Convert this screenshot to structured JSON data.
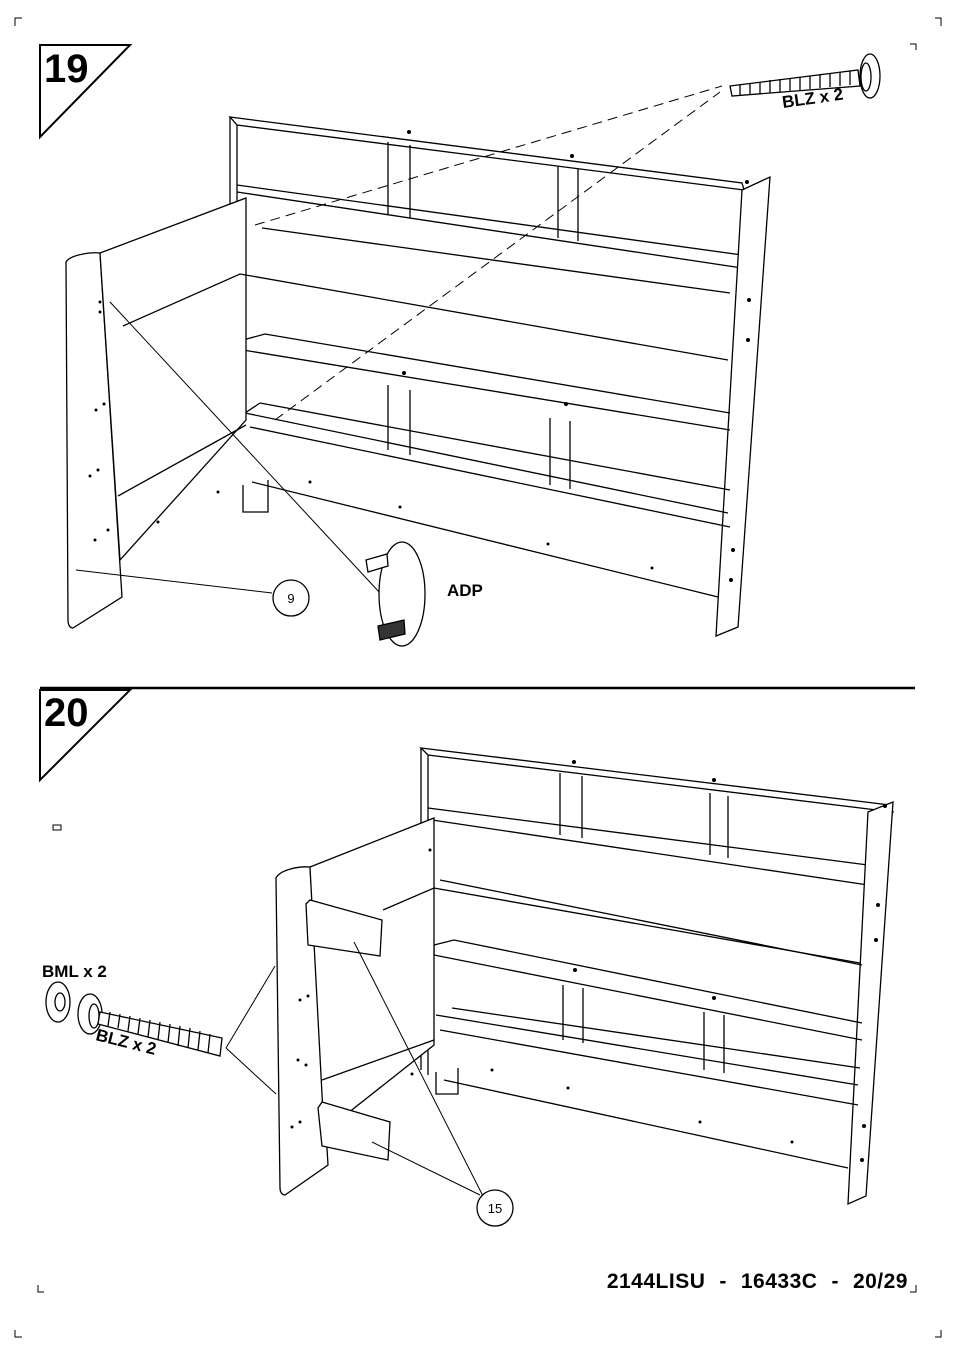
{
  "steps": [
    {
      "number": "19",
      "hardware_label": "BLZ x 2",
      "adapter_label": "ADP",
      "part_callout": "9"
    },
    {
      "number": "20",
      "washer_label": "BML x 2",
      "hardware_label": "BLZ x 2",
      "part_callout": "15"
    }
  ],
  "footer": {
    "model": "2144LISU",
    "reference": "16433C",
    "page": "20/29",
    "separator": "-"
  }
}
